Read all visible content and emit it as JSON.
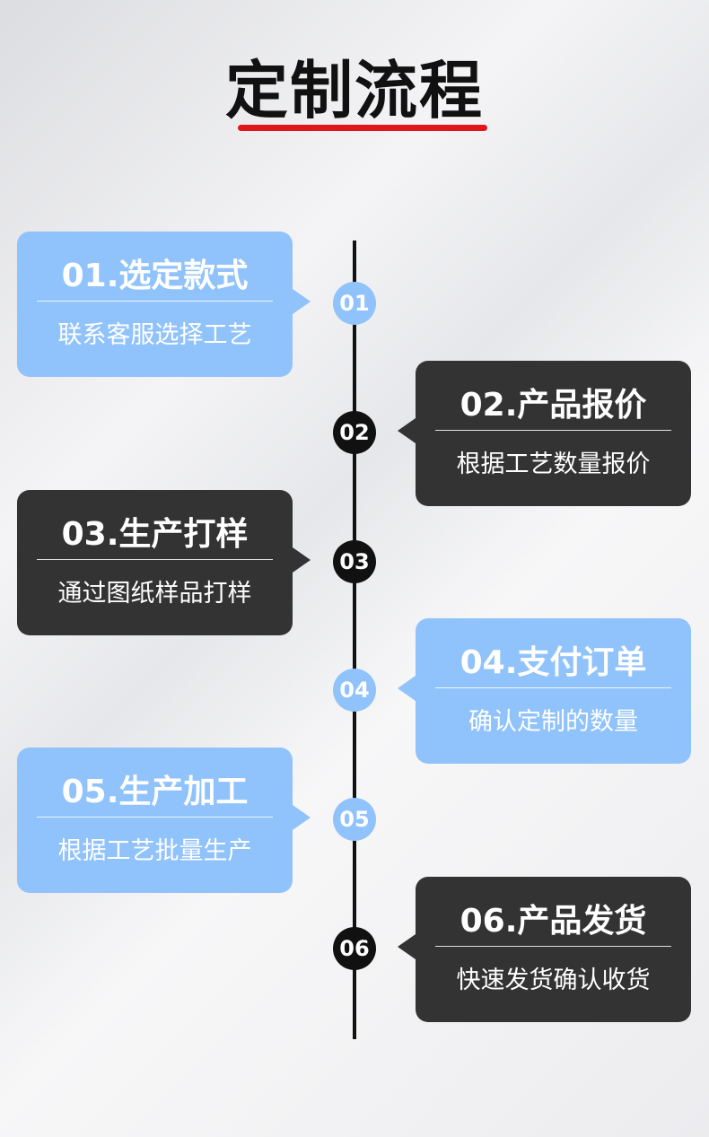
{
  "title": "定制流程",
  "colors": {
    "blue": "#90c2fb",
    "dark": "#333333",
    "accent": "#e0161b"
  },
  "steps": [
    {
      "num": "01",
      "title": "01.选定款式",
      "desc": "联系客服选择工艺",
      "side": "left",
      "style": "blue"
    },
    {
      "num": "02",
      "title": "02.产品报价",
      "desc": "根据工艺数量报价",
      "side": "right",
      "style": "dark"
    },
    {
      "num": "03",
      "title": "03.生产打样",
      "desc": "通过图纸样品打样",
      "side": "left",
      "style": "dark"
    },
    {
      "num": "04",
      "title": "04.支付订单",
      "desc": "确认定制的数量",
      "side": "right",
      "style": "blue"
    },
    {
      "num": "05",
      "title": "05.生产加工",
      "desc": "根据工艺批量生产",
      "side": "left",
      "style": "blue"
    },
    {
      "num": "06",
      "title": "06.产品发货",
      "desc": "快速发货确认收货",
      "side": "right",
      "style": "dark"
    }
  ]
}
